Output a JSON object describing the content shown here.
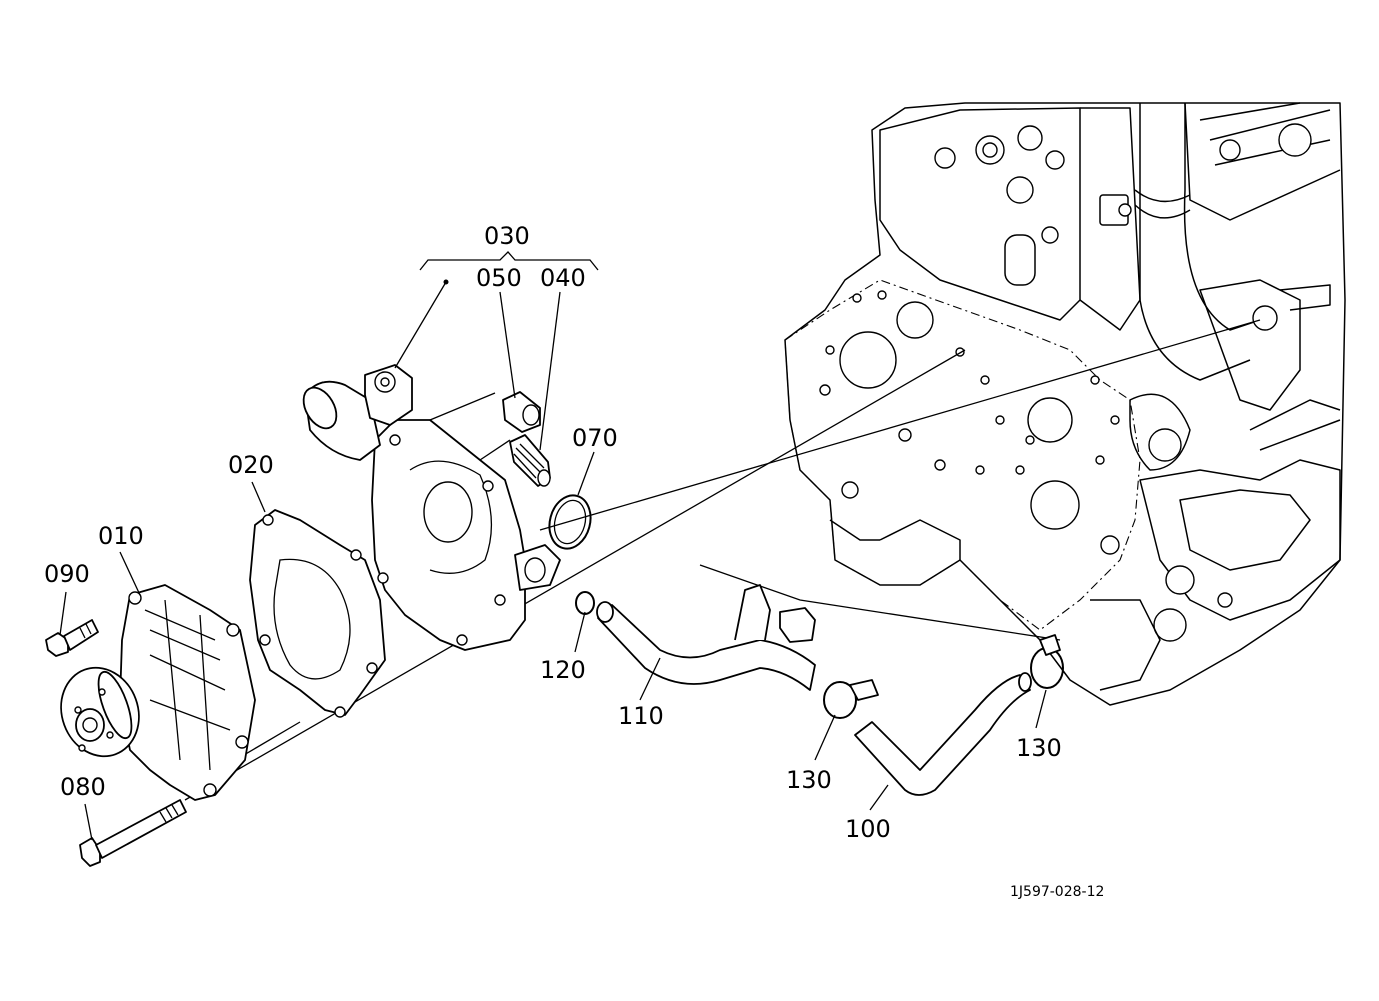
{
  "diagram": {
    "labels": {
      "p010": "010",
      "p020": "020",
      "p030": "030",
      "p040": "040",
      "p050": "050",
      "p070": "070",
      "p080": "080",
      "p090": "090",
      "p100": "100",
      "p110": "110",
      "p120": "120",
      "p130a": "130",
      "p130b": "130"
    },
    "drawing_code": "1J597-028-12"
  }
}
